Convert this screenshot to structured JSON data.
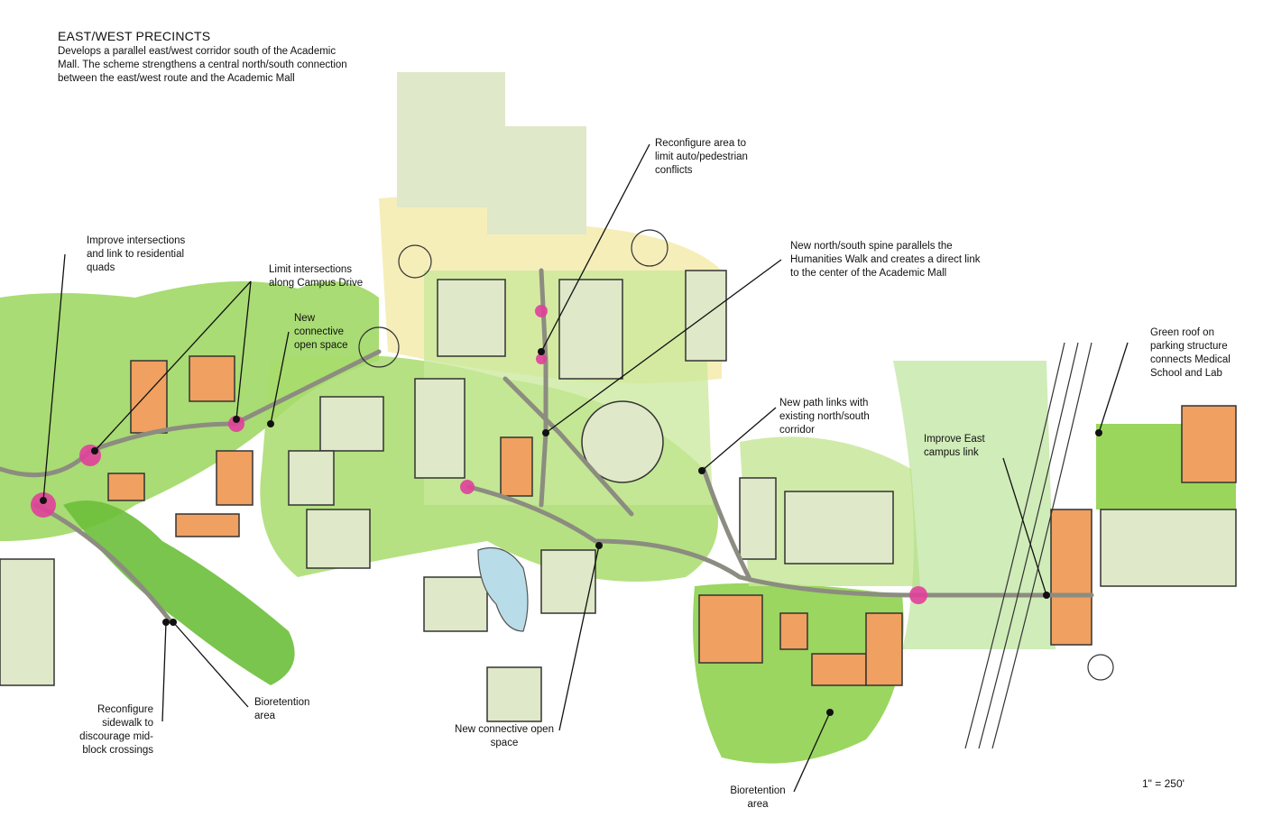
{
  "title": "EAST/WEST PRECINCTS",
  "description": "Develops a parallel east/west corridor south of the Academic Mall. The scheme strengthens a central north/south connection between the east/west route and the Academic Mall",
  "annotations": {
    "improve_intersections": "Improve intersections and link to residential quads",
    "limit_intersections": "Limit intersections along Campus Drive",
    "new_connective_open_space_north": "New connective open space",
    "reconfigure_area": "Reconfigure area to limit auto/pedestrian conflicts",
    "new_spine": "New north/south spine parallels the Humanities Walk and creates a direct link to the center of the Academic Mall",
    "green_roof": "Green roof on parking structure connects Medical School and Lab",
    "new_path_links": "New path links with existing north/south corridor",
    "improve_east_link": "Improve East campus link",
    "bioretention_west": "Bioretention area",
    "reconfigure_sidewalk": "Reconfigure sidewalk to discourage mid-block crossings",
    "new_connective_open_space_south": "New connective open space",
    "bioretention_south": "Bioretention area"
  },
  "scale": "1\" = 250'",
  "colors": {
    "green_space": "#8fd14f",
    "light_green": "#c8e89a",
    "building": "#dfe8c8",
    "new_building": "#f0a060",
    "intersection": "#e0409a",
    "path": "#8c8c80",
    "water": "#b8dce8",
    "yellow_plaza": "#f4eaa8"
  }
}
